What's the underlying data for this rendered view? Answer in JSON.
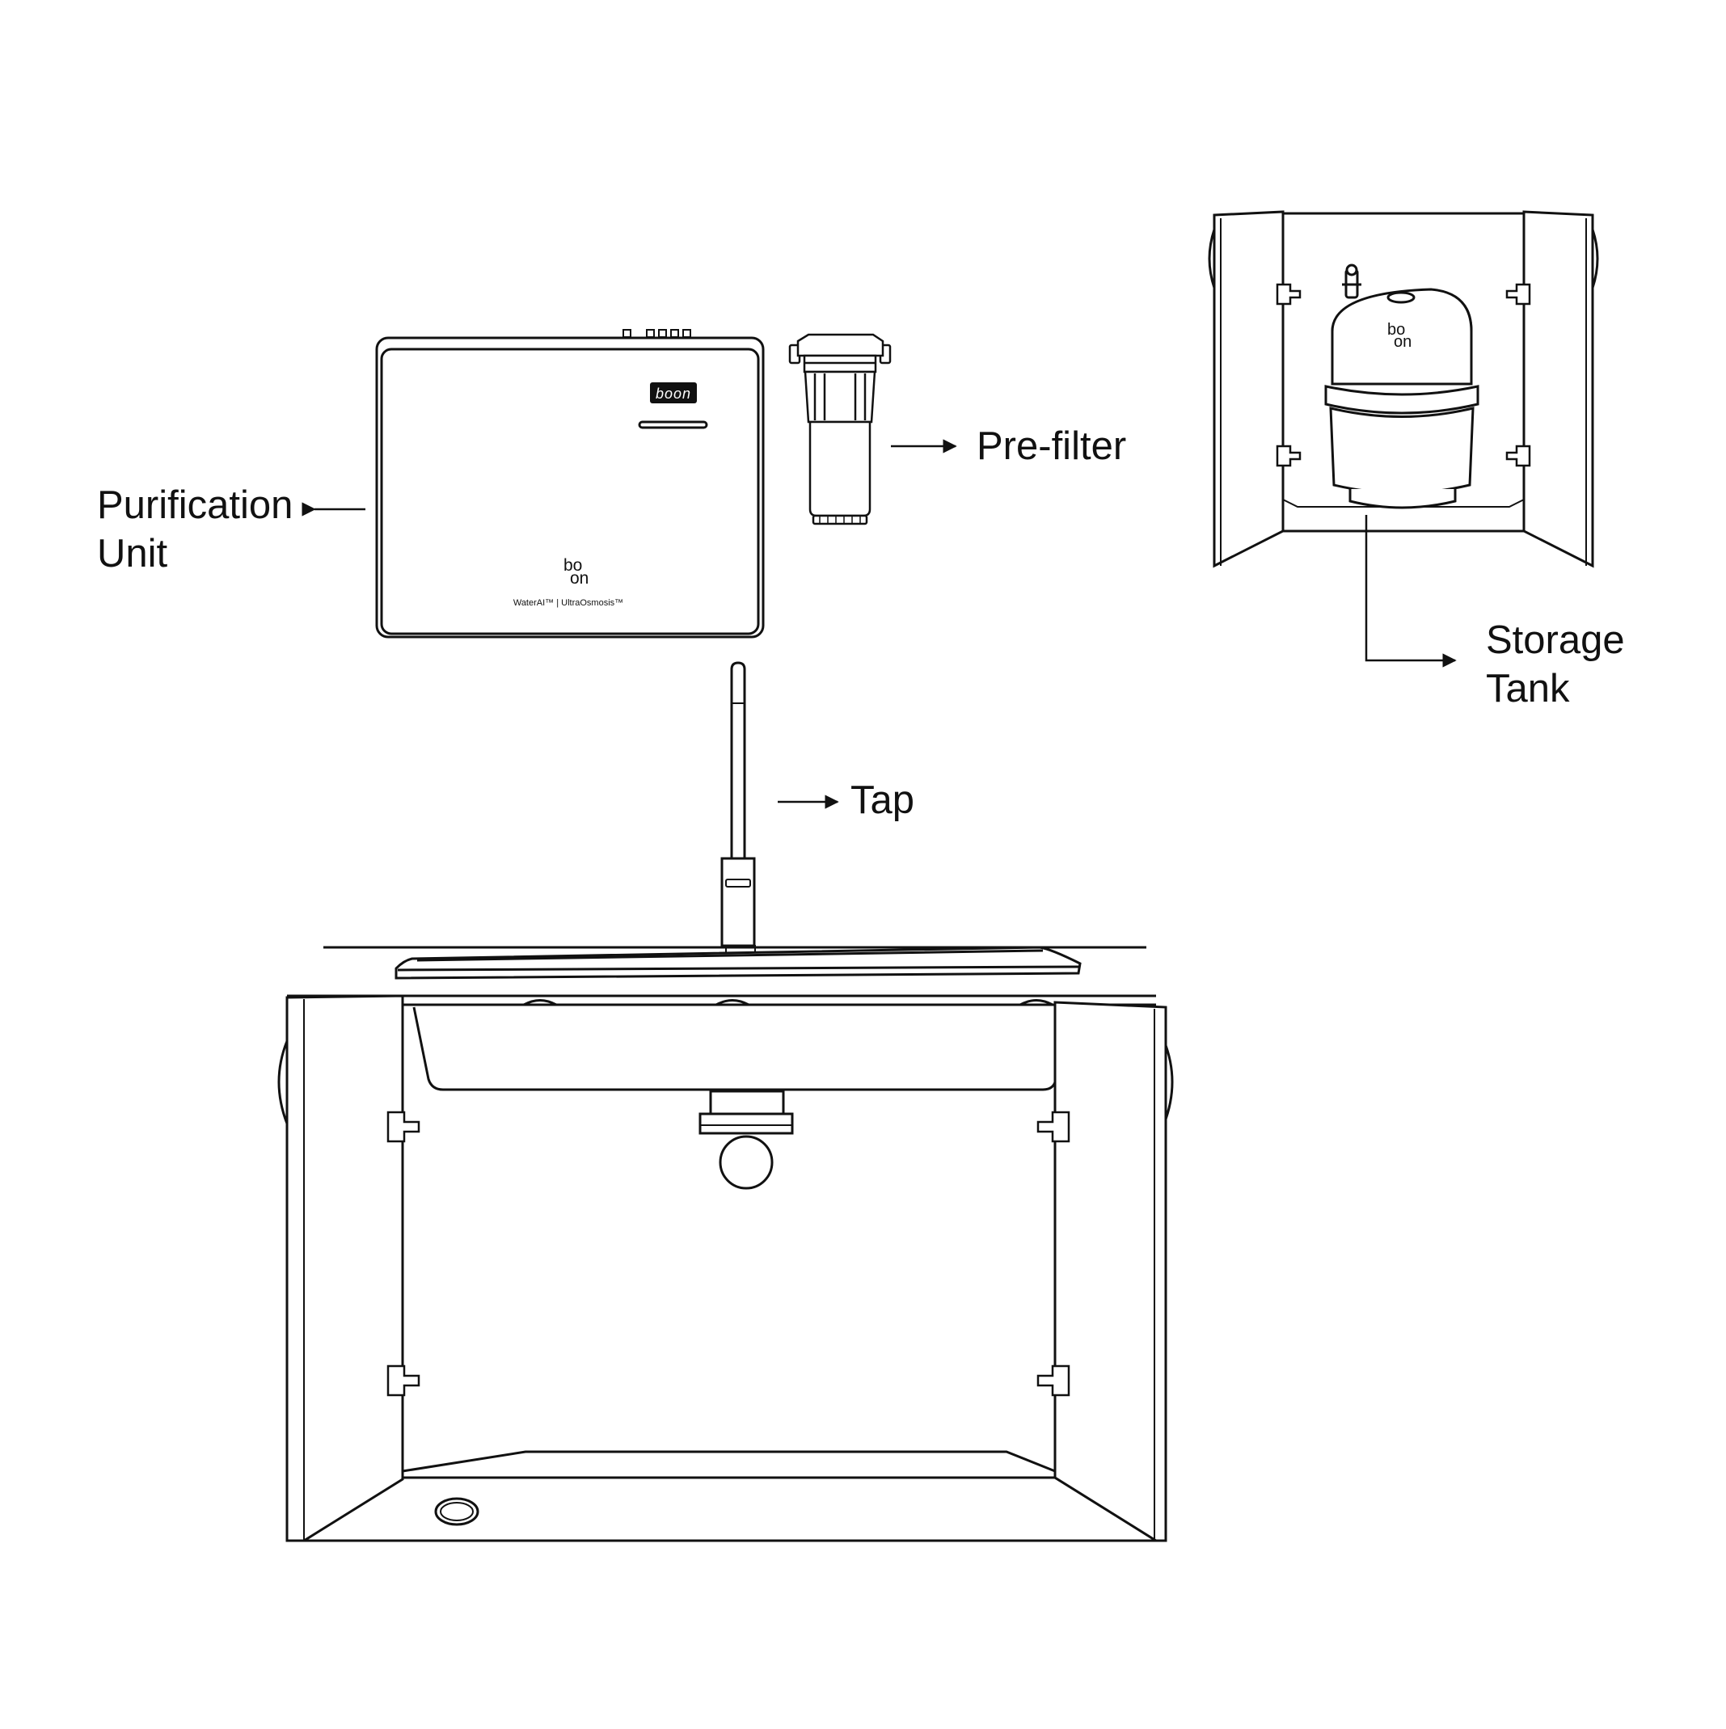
{
  "labels": {
    "purification_unit": [
      "Purification",
      "Unit"
    ],
    "pre_filter": "Pre-filter",
    "storage_tank": [
      "Storage",
      "Tank"
    ],
    "tap": "Tap"
  },
  "unit_display": "boon",
  "unit_caption": "WaterAI™ | UltraOsmosis™",
  "brand_mark": [
    "bo",
    "on"
  ],
  "colors": {
    "line": "#111111",
    "background": "#ffffff",
    "display": "#111111"
  }
}
